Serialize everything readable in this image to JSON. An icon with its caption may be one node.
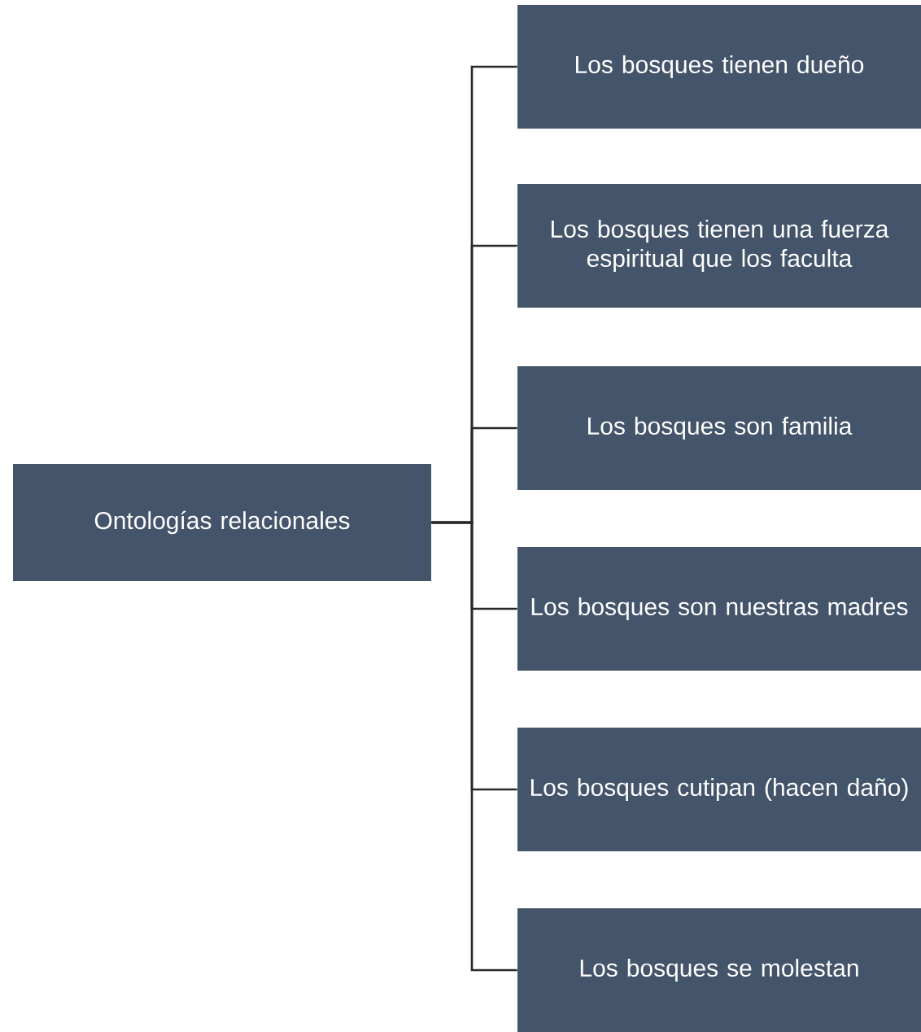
{
  "diagram": {
    "nodes": [
      {
        "text": [
          "Ontologías relacionales"
        ]
      },
      {
        "text": [
          "Los bosques tienen dueño"
        ]
      },
      {
        "text": [
          "Los bosques tienen una fuerza espiritual que los faculta"
        ]
      },
      {
        "text": [
          "Los bosques son familia"
        ]
      },
      {
        "text": [
          "Los bosques son nuestras madres"
        ]
      },
      {
        "text": [
          "Los bosques cutipan (hacen daño)"
        ]
      },
      {
        "text": [
          "Los bosques se molestan"
        ]
      }
    ],
    "edges": [
      {
        "from": 0,
        "to": 1,
        "arrow": "none"
      },
      {
        "from": 0,
        "to": 2,
        "arrow": "none"
      },
      {
        "from": 0,
        "to": 3,
        "arrow": "none"
      },
      {
        "from": 0,
        "to": 4,
        "arrow": "none"
      },
      {
        "from": 0,
        "to": 5,
        "arrow": "none"
      },
      {
        "from": 0,
        "to": 6,
        "arrow": "none"
      }
    ]
  }
}
